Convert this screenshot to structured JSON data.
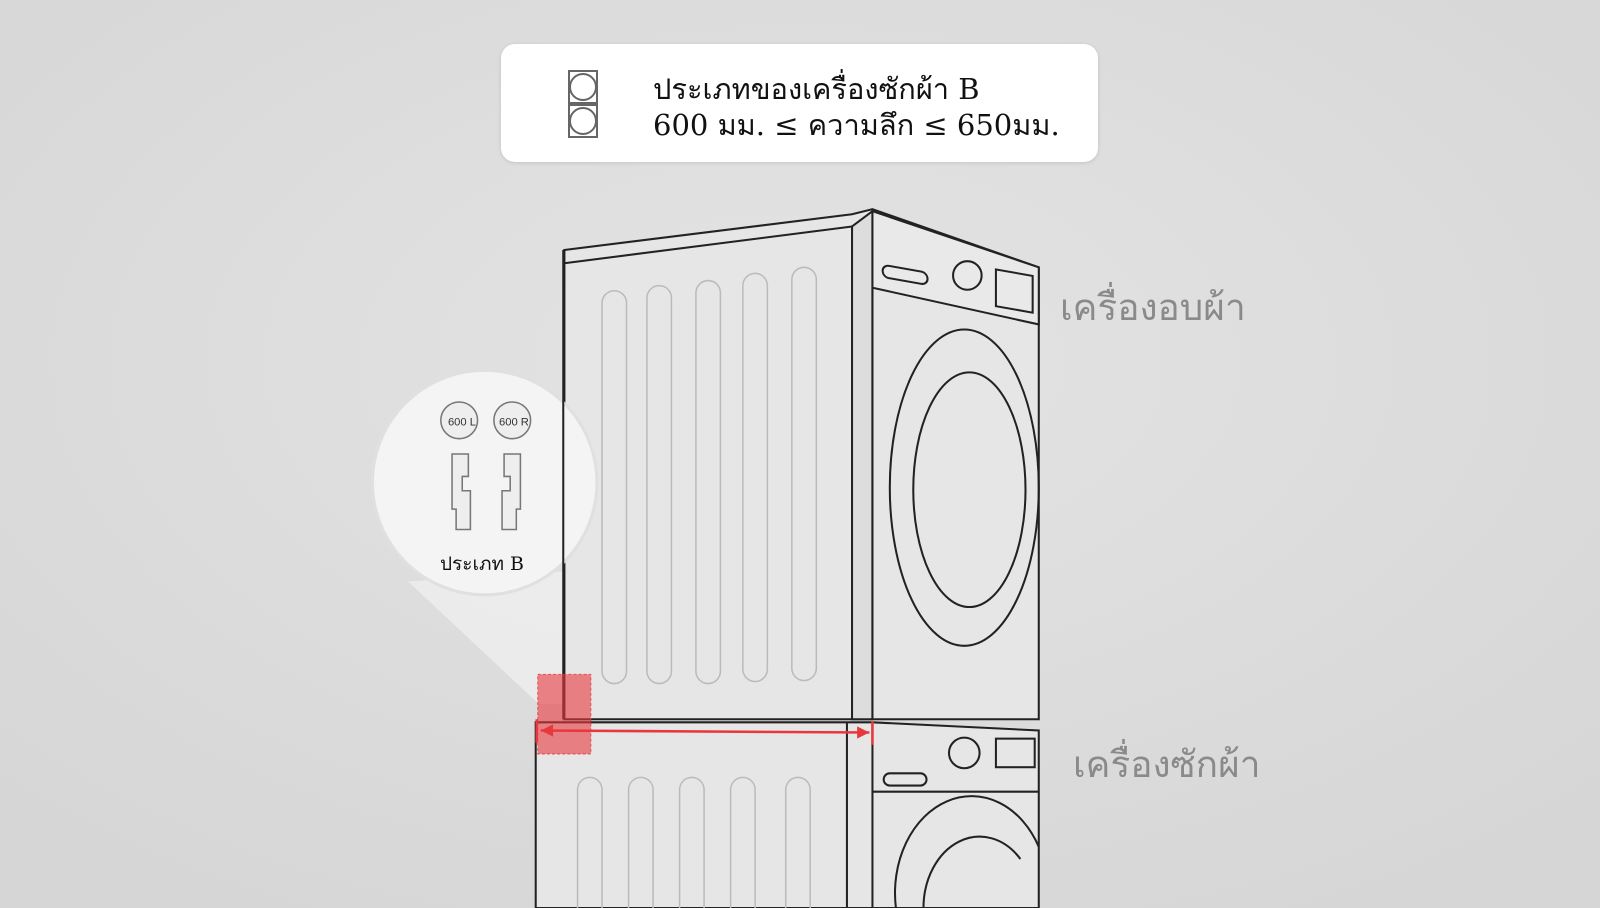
{
  "header_card": {
    "icon": "stacked-washer-dryer-icon",
    "title": "ประเภทของเครื่องซักผ้า B",
    "depth_range": "600 มม. ≤ ความลึก ≤ 650มม."
  },
  "labels": {
    "dryer": "เครื่องอบผ้า",
    "washer": "เครื่องซักผ้า"
  },
  "magnifier": {
    "bracket_left": "600 L",
    "bracket_right": "600 R",
    "caption": "ประเภท B"
  },
  "colors": {
    "highlight": "#e8383d",
    "background": "#dcdcdc"
  }
}
